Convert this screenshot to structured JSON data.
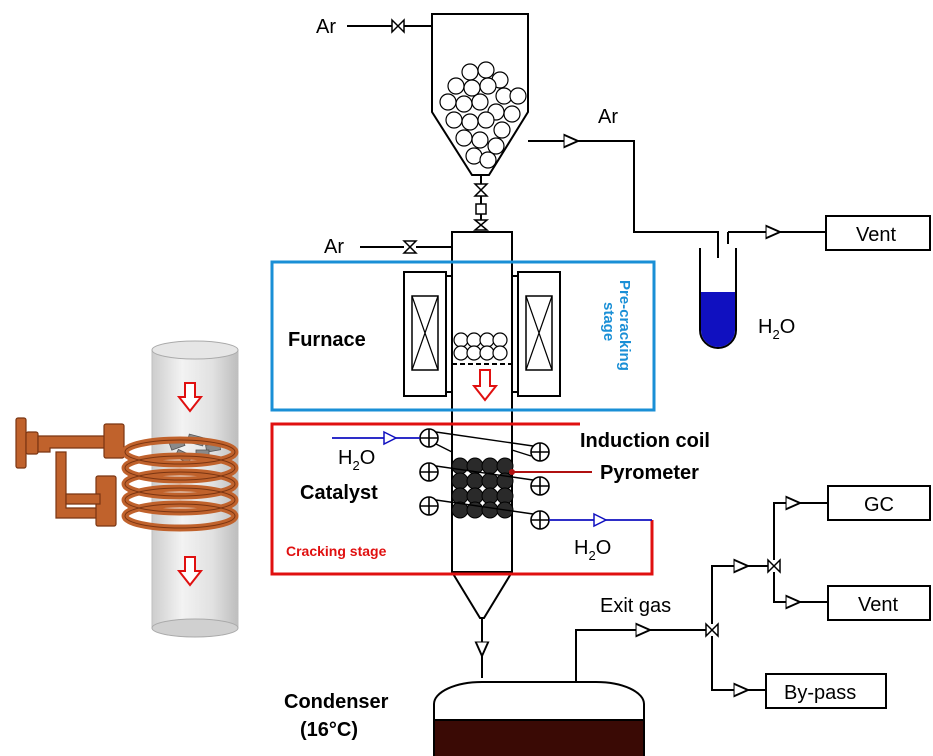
{
  "labels": {
    "ar_top": "Ar",
    "ar_hopper": "Ar",
    "ar_reactor": "Ar",
    "vent_top": "Vent",
    "water_bubbler": "H",
    "water_sub": "2",
    "water_sub_suffix": "O",
    "furnace": "Furnace",
    "pre_cracking_line1": "Pre-cracking",
    "pre_cracking_line2": "stage",
    "induction_coil": "Induction coil",
    "pyrometer": "Pyrometer",
    "catalyst": "Catalyst",
    "water_in": "H",
    "water_in_suffix": "O",
    "water_out": "H",
    "water_out_suffix": "O",
    "cracking_stage": "Cracking stage",
    "gc": "GC",
    "vent_bottom": "Vent",
    "exit_gas": "Exit gas",
    "bypass": "By-pass",
    "condenser_line1": "Condenser",
    "condenser_line2": "(16°C)",
    "sub_2": "2"
  },
  "colors": {
    "pre_cracking_box": "#1a8fd6",
    "cracking_box": "#e01010",
    "water_blue": "#1010c0",
    "condensate": "#3a0a05",
    "copper": "#c0622c"
  }
}
